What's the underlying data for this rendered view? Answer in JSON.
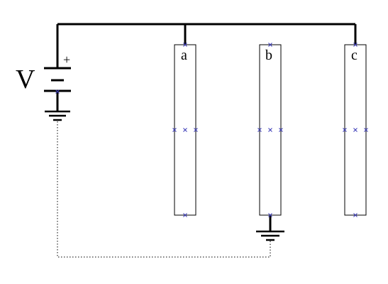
{
  "diagram": {
    "battery_label": "V",
    "battery_polarity": "+",
    "bars": [
      {
        "label": "a"
      },
      {
        "label": "b"
      },
      {
        "label": "c"
      }
    ],
    "marker_color": "#3a3ab8",
    "grounded_bar": "b"
  }
}
